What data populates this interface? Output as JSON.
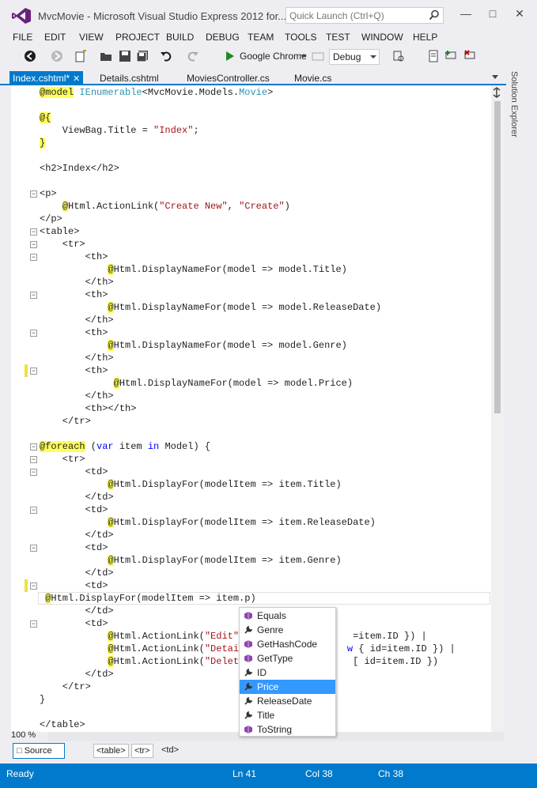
{
  "window": {
    "title": "MvcMovie - Microsoft Visual Studio Express 2012 for...",
    "quick_launch_placeholder": "Quick Launch (Ctrl+Q)"
  },
  "menu": [
    "FILE",
    "EDIT",
    "VIEW",
    "PROJECT",
    "BUILD",
    "DEBUG",
    "TEAM",
    "TOOLS",
    "TEST",
    "WINDOW",
    "HELP"
  ],
  "toolbar": {
    "browser": "Google Chrome",
    "config": "Debug"
  },
  "tabs": [
    {
      "label": "Index.cshtml*",
      "active": true
    },
    {
      "label": "Details.cshtml",
      "active": false
    },
    {
      "label": "MoviesController.cs",
      "active": false
    },
    {
      "label": "Movie.cs",
      "active": false
    }
  ],
  "side_panel": {
    "label": "Solution Explorer"
  },
  "code": [
    {
      "segs": [
        [
          "@model",
          "hl"
        ],
        [
          " ",
          ""
        ],
        [
          "IEnumerable",
          "typ"
        ],
        [
          "<MvcMovie.Models.",
          ""
        ],
        [
          "Movie",
          "typ"
        ],
        [
          ">",
          ""
        ]
      ]
    },
    {
      "segs": []
    },
    {
      "segs": [
        [
          "@{",
          "hl"
        ]
      ]
    },
    {
      "segs": [
        [
          "    ViewBag.Title = ",
          ""
        ],
        [
          "\"Index\"",
          "str"
        ],
        [
          ";",
          ""
        ]
      ]
    },
    {
      "segs": [
        [
          "}",
          "hl"
        ]
      ]
    },
    {
      "segs": []
    },
    {
      "segs": [
        [
          "<h2>Index</h2>",
          ""
        ]
      ]
    },
    {
      "segs": []
    },
    {
      "segs": [
        [
          "<p>",
          ""
        ]
      ]
    },
    {
      "segs": [
        [
          "    ",
          ""
        ],
        [
          "@",
          "hl"
        ],
        [
          "Html.ActionLink(",
          ""
        ],
        [
          "\"Create New\"",
          "str"
        ],
        [
          ", ",
          ""
        ],
        [
          "\"Create\"",
          "str"
        ],
        [
          ")",
          ""
        ]
      ]
    },
    {
      "segs": [
        [
          "</p>",
          ""
        ]
      ]
    },
    {
      "segs": [
        [
          "<table>",
          ""
        ]
      ]
    },
    {
      "segs": [
        [
          "    <tr>",
          ""
        ]
      ]
    },
    {
      "segs": [
        [
          "        <th>",
          ""
        ]
      ]
    },
    {
      "segs": [
        [
          "            ",
          ""
        ],
        [
          "@",
          "hl"
        ],
        [
          "Html.DisplayNameFor(model => model.Title)",
          ""
        ]
      ]
    },
    {
      "segs": [
        [
          "        </th>",
          ""
        ]
      ]
    },
    {
      "segs": [
        [
          "        <th>",
          ""
        ]
      ]
    },
    {
      "segs": [
        [
          "            ",
          ""
        ],
        [
          "@",
          "hl"
        ],
        [
          "Html.DisplayNameFor(model => model.ReleaseDate)",
          ""
        ]
      ]
    },
    {
      "segs": [
        [
          "        </th>",
          ""
        ]
      ]
    },
    {
      "segs": [
        [
          "        <th>",
          ""
        ]
      ]
    },
    {
      "segs": [
        [
          "            ",
          ""
        ],
        [
          "@",
          "hl"
        ],
        [
          "Html.DisplayNameFor(model => model.Genre)",
          ""
        ]
      ]
    },
    {
      "segs": [
        [
          "        </th>",
          ""
        ]
      ]
    },
    {
      "segs": [
        [
          "        <th>",
          ""
        ]
      ]
    },
    {
      "segs": [
        [
          "             ",
          ""
        ],
        [
          "@",
          "hl"
        ],
        [
          "Html.DisplayNameFor(model => model.Price)",
          ""
        ]
      ]
    },
    {
      "segs": [
        [
          "        </th>",
          ""
        ]
      ]
    },
    {
      "segs": [
        [
          "        <th></th>",
          ""
        ]
      ]
    },
    {
      "segs": [
        [
          "    </tr>",
          ""
        ]
      ]
    },
    {
      "segs": []
    },
    {
      "segs": [
        [
          "@foreach",
          "hl"
        ],
        [
          " (",
          ""
        ],
        [
          "var",
          "kw"
        ],
        [
          " item ",
          ""
        ],
        [
          "in",
          "kw"
        ],
        [
          " Model) {",
          ""
        ]
      ]
    },
    {
      "segs": [
        [
          "    <tr>",
          ""
        ]
      ]
    },
    {
      "segs": [
        [
          "        <td>",
          ""
        ]
      ]
    },
    {
      "segs": [
        [
          "            ",
          ""
        ],
        [
          "@",
          "hl"
        ],
        [
          "Html.DisplayFor(modelItem => item.Title)",
          ""
        ]
      ]
    },
    {
      "segs": [
        [
          "        </td>",
          ""
        ]
      ]
    },
    {
      "segs": [
        [
          "        <td>",
          ""
        ]
      ]
    },
    {
      "segs": [
        [
          "            ",
          ""
        ],
        [
          "@",
          "hl"
        ],
        [
          "Html.DisplayFor(modelItem => item.ReleaseDate)",
          ""
        ]
      ]
    },
    {
      "segs": [
        [
          "        </td>",
          ""
        ]
      ]
    },
    {
      "segs": [
        [
          "        <td>",
          ""
        ]
      ]
    },
    {
      "segs": [
        [
          "            ",
          ""
        ],
        [
          "@",
          "hl"
        ],
        [
          "Html.DisplayFor(modelItem => item.Genre)",
          ""
        ]
      ]
    },
    {
      "segs": [
        [
          "        </td>",
          ""
        ]
      ]
    },
    {
      "segs": [
        [
          "        <td>",
          ""
        ]
      ]
    },
    {
      "segs": [
        [
          " ",
          ""
        ],
        [
          "@",
          "hl"
        ],
        [
          "Html.DisplayFor(modelItem => item.p)",
          ""
        ]
      ]
    },
    {
      "segs": [
        [
          "        </td>",
          ""
        ]
      ]
    },
    {
      "segs": [
        [
          "        <td>",
          ""
        ]
      ]
    },
    {
      "segs": [
        [
          "            ",
          ""
        ],
        [
          "@",
          "hl"
        ],
        [
          "Html.ActionLink(",
          ""
        ],
        [
          "\"Edit\"",
          "str"
        ],
        [
          ",                   =item.ID }) |",
          ""
        ]
      ]
    },
    {
      "segs": [
        [
          "            ",
          ""
        ],
        [
          "@",
          "hl"
        ],
        [
          "Html.ActionLink(",
          ""
        ],
        [
          "\"Detail",
          "str"
        ],
        [
          "                  ",
          ""
        ],
        [
          "w",
          "kw"
        ],
        [
          " { id=item.ID }) |",
          ""
        ]
      ]
    },
    {
      "segs": [
        [
          "            ",
          ""
        ],
        [
          "@",
          "hl"
        ],
        [
          "Html.ActionLink(",
          ""
        ],
        [
          "\"Delete",
          "str"
        ],
        [
          "                   [ id=item.ID })",
          ""
        ]
      ]
    },
    {
      "segs": [
        [
          "        </td>",
          ""
        ]
      ]
    },
    {
      "segs": [
        [
          "    </tr>",
          ""
        ]
      ]
    },
    {
      "segs": [
        [
          "}",
          ""
        ]
      ]
    },
    {
      "segs": []
    },
    {
      "segs": [
        [
          "</table>",
          ""
        ]
      ]
    }
  ],
  "intellisense": {
    "items": [
      {
        "label": "Equals",
        "icon": "method-icon"
      },
      {
        "label": "Genre",
        "icon": "property-icon"
      },
      {
        "label": "GetHashCode",
        "icon": "method-icon"
      },
      {
        "label": "GetType",
        "icon": "method-icon"
      },
      {
        "label": "ID",
        "icon": "property-icon"
      },
      {
        "label": "Price",
        "icon": "property-icon",
        "selected": true
      },
      {
        "label": "ReleaseDate",
        "icon": "property-icon"
      },
      {
        "label": "Title",
        "icon": "property-icon"
      },
      {
        "label": "ToString",
        "icon": "method-icon"
      }
    ]
  },
  "editor": {
    "zoom": "100 %",
    "source_label": "Source",
    "breadcrumbs": [
      "<table>",
      "<tr>",
      "<td>"
    ]
  },
  "status": {
    "state": "Ready",
    "line": "Ln 41",
    "col": "Col 38",
    "ch": "Ch 38"
  },
  "colors": {
    "accent": "#007acc",
    "selection": "#3399ff",
    "highlight": "#ffff5c"
  }
}
